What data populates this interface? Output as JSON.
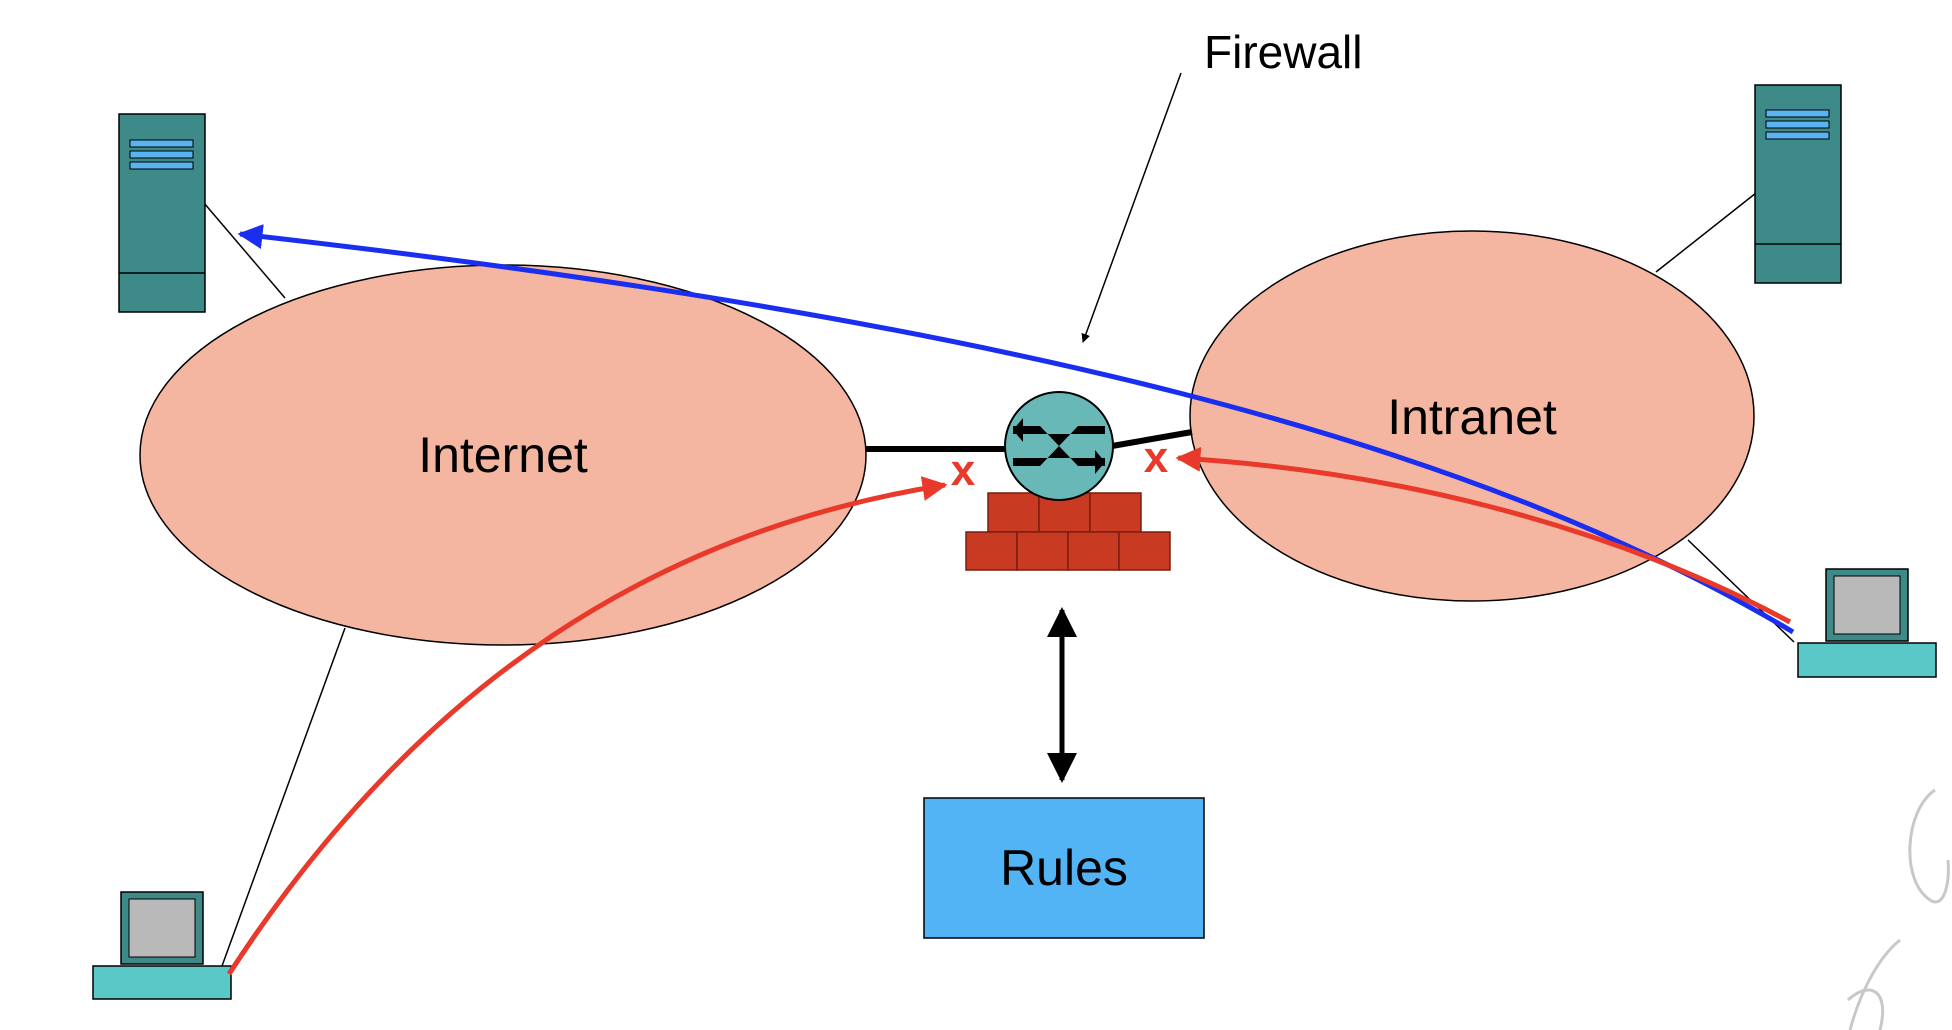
{
  "labels": {
    "firewall": "Firewall",
    "internet": "Internet",
    "intranet": "Intranet",
    "rules": "Rules",
    "block_mark": "x"
  },
  "colors": {
    "cloud_fill": "#f4b6a0",
    "server_fill": "#3d8a88",
    "pc_base": "#5bc8c8",
    "router_fill": "#69b8b8",
    "brick": "#c83a22",
    "rules_box": "#52b4f5",
    "allowed_flow": "#1a2ef0",
    "blocked_flow": "#e8392a"
  }
}
